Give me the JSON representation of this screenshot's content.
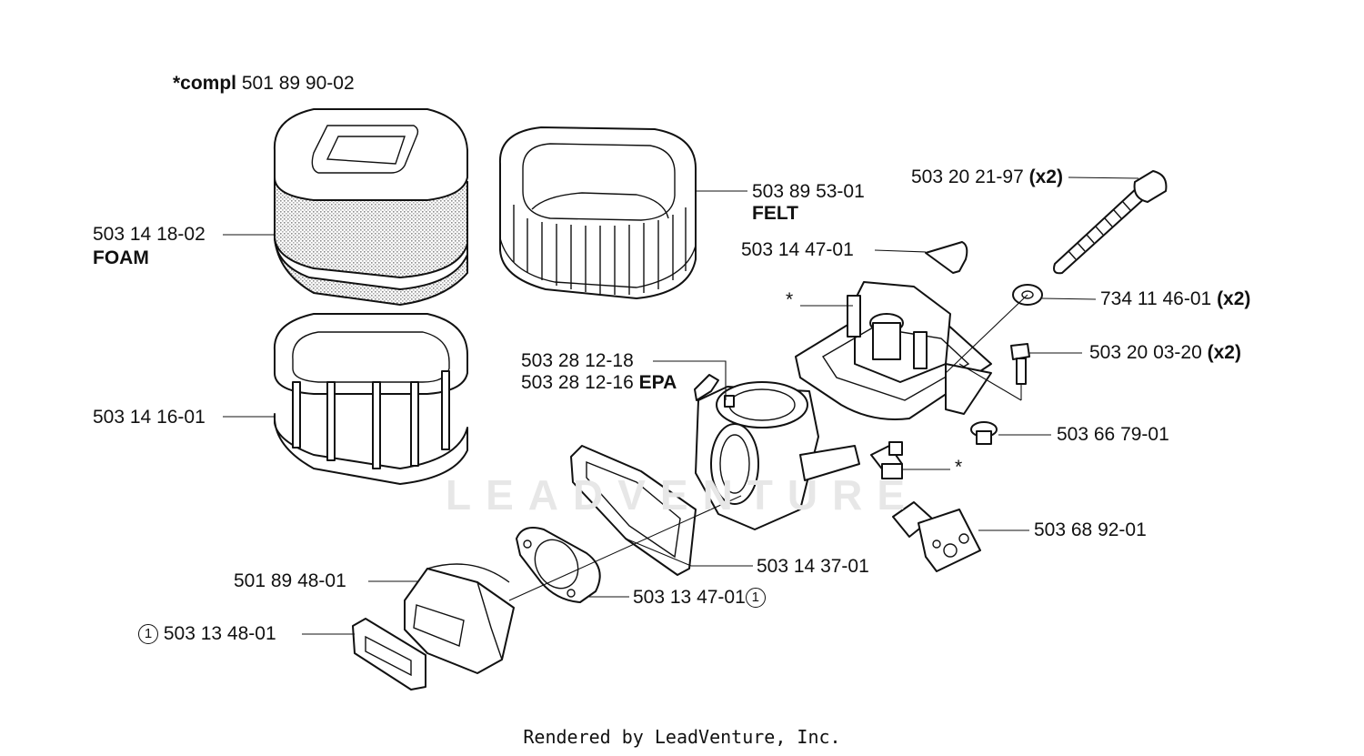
{
  "header": {
    "compl_prefix": "*compl",
    "compl_number": "501 89 90-02"
  },
  "labels": {
    "foam_number": "503 14 18-02",
    "foam_text": "FOAM",
    "felt_number": "503 89 53-01",
    "felt_text": "FELT",
    "bolt_number": "503 20 21-97",
    "bolt_qty": "(x2)",
    "wedge": "503 14 47-01",
    "housing_star": "*",
    "washer_number": "734 11 46-01",
    "washer_qty": "(x2)",
    "screw_number": "503 20 03-20",
    "screw_qty": "(x2)",
    "frame": "503 14 16-01",
    "carb_1": "503 28 12-18",
    "carb_2_number": "503 28 12-16",
    "carb_2_text": "EPA",
    "plug": "503 66 79-01",
    "fitting_star": "*",
    "valve": "503 68 92-01",
    "gasket_frame": "503 14 37-01",
    "gasket_round": "503 13 47-01",
    "gasket_round_ref": "1",
    "intake": "501 89 48-01",
    "gasket_small_ref": "1",
    "gasket_small": "503 13 48-01"
  },
  "watermark": "LEADVENTURE",
  "footer": "Rendered by LeadVenture, Inc."
}
